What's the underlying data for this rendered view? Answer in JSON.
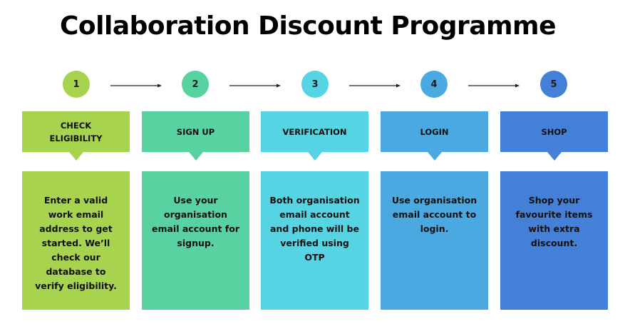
{
  "title": "Collaboration Discount Programme",
  "steps": [
    {
      "number": "1",
      "header": "CHECK ELIGIBILITY",
      "description": "Enter a valid work email address to get started. We’ll check our database to verify eligibility.",
      "color": "#a8d34f"
    },
    {
      "number": "2",
      "header": "SIGN UP",
      "description": "Use your organisation email account for signup.",
      "color": "#57d2a0"
    },
    {
      "number": "3",
      "header": "VERIFICATION",
      "description": "Both organisation email account and phone will be verified using OTP",
      "color": "#56d4e3"
    },
    {
      "number": "4",
      "header": "LOGIN",
      "description": "Use organisation email account to login.",
      "color": "#4aa9e0"
    },
    {
      "number": "5",
      "header": "SHOP",
      "description": "Shop your favourite items with extra discount.",
      "color": "#4480d8"
    }
  ],
  "connectors": [
    "arrow-right-icon",
    "arrow-right-icon",
    "arrow-right-icon",
    "arrow-right-icon"
  ]
}
